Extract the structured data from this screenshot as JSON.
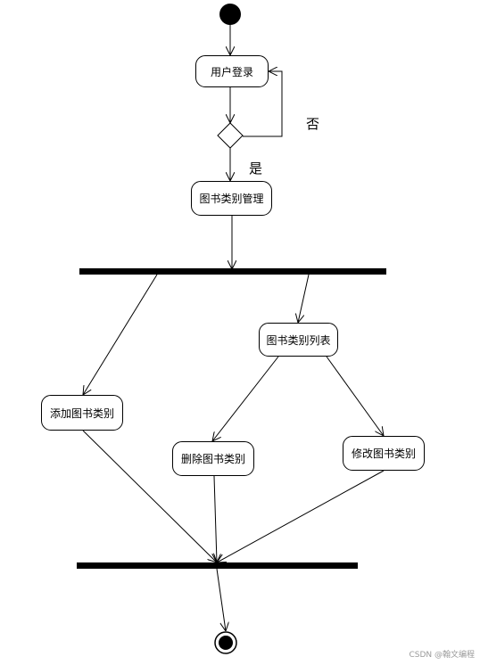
{
  "nodes": {
    "login": "用户登录",
    "category_mgmt": "图书类别管理",
    "category_list": "图书类别列表",
    "add_category": "添加图书类别",
    "delete_category": "删除图书类别",
    "modify_category": "修改图书类别"
  },
  "guards": {
    "no": "否",
    "yes": "是"
  },
  "watermark": "CSDN @翰文编程"
}
